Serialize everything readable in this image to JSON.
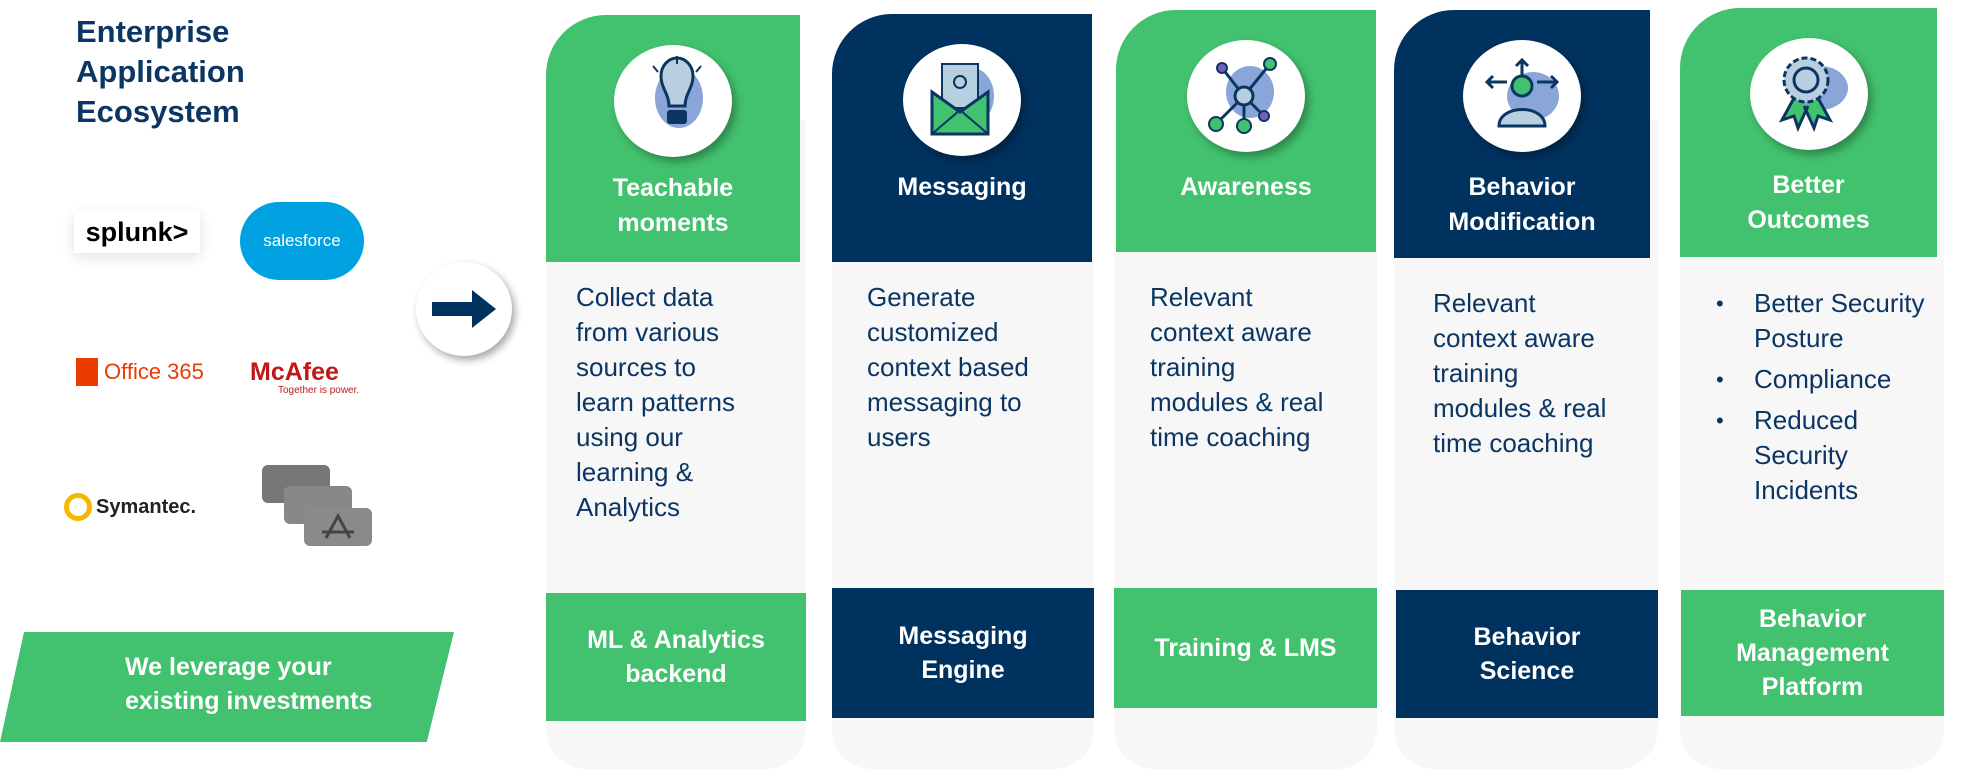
{
  "title": "Enterprise\nApplication\nEcosystem",
  "logos": {
    "splunk": "splunk>",
    "salesforce": "salesforce",
    "office": "Office 365",
    "mcafee": "McAfee",
    "mcafee_tag": "Together is power.",
    "symantec": "Symantec."
  },
  "banner": "We leverage your\nexisting investments",
  "colors": {
    "green": "#42c16e",
    "navy": "#00325f"
  },
  "columns": [
    {
      "title": "Teachable\nmoments",
      "icon": "lightbulb-icon",
      "desc": "Collect data\nfrom various\nsources to\nlearn patterns\nusing our\nlearning &\nAnalytics",
      "footer": "ML & Analytics\nbackend"
    },
    {
      "title": "Messaging",
      "icon": "envelope-icon",
      "desc": "Generate\ncustomized\ncontext based\nmessaging to\nusers",
      "footer": "Messaging\nEngine"
    },
    {
      "title": "Awareness",
      "icon": "network-icon",
      "desc": "Relevant\ncontext aware\ntraining\nmodules & real\ntime coaching",
      "footer": "Training & LMS"
    },
    {
      "title": "Behavior\nModification",
      "icon": "person-arrows-icon",
      "desc": "Relevant\ncontext aware\ntraining\nmodules & real\ntime coaching",
      "footer": "Behavior\nScience"
    },
    {
      "title": "Better\nOutcomes",
      "icon": "award-icon",
      "bullets": [
        "Better Security Posture",
        "Compliance",
        "Reduced Security Incidents"
      ],
      "footer": "Behavior\nManagement\nPlatform"
    }
  ]
}
